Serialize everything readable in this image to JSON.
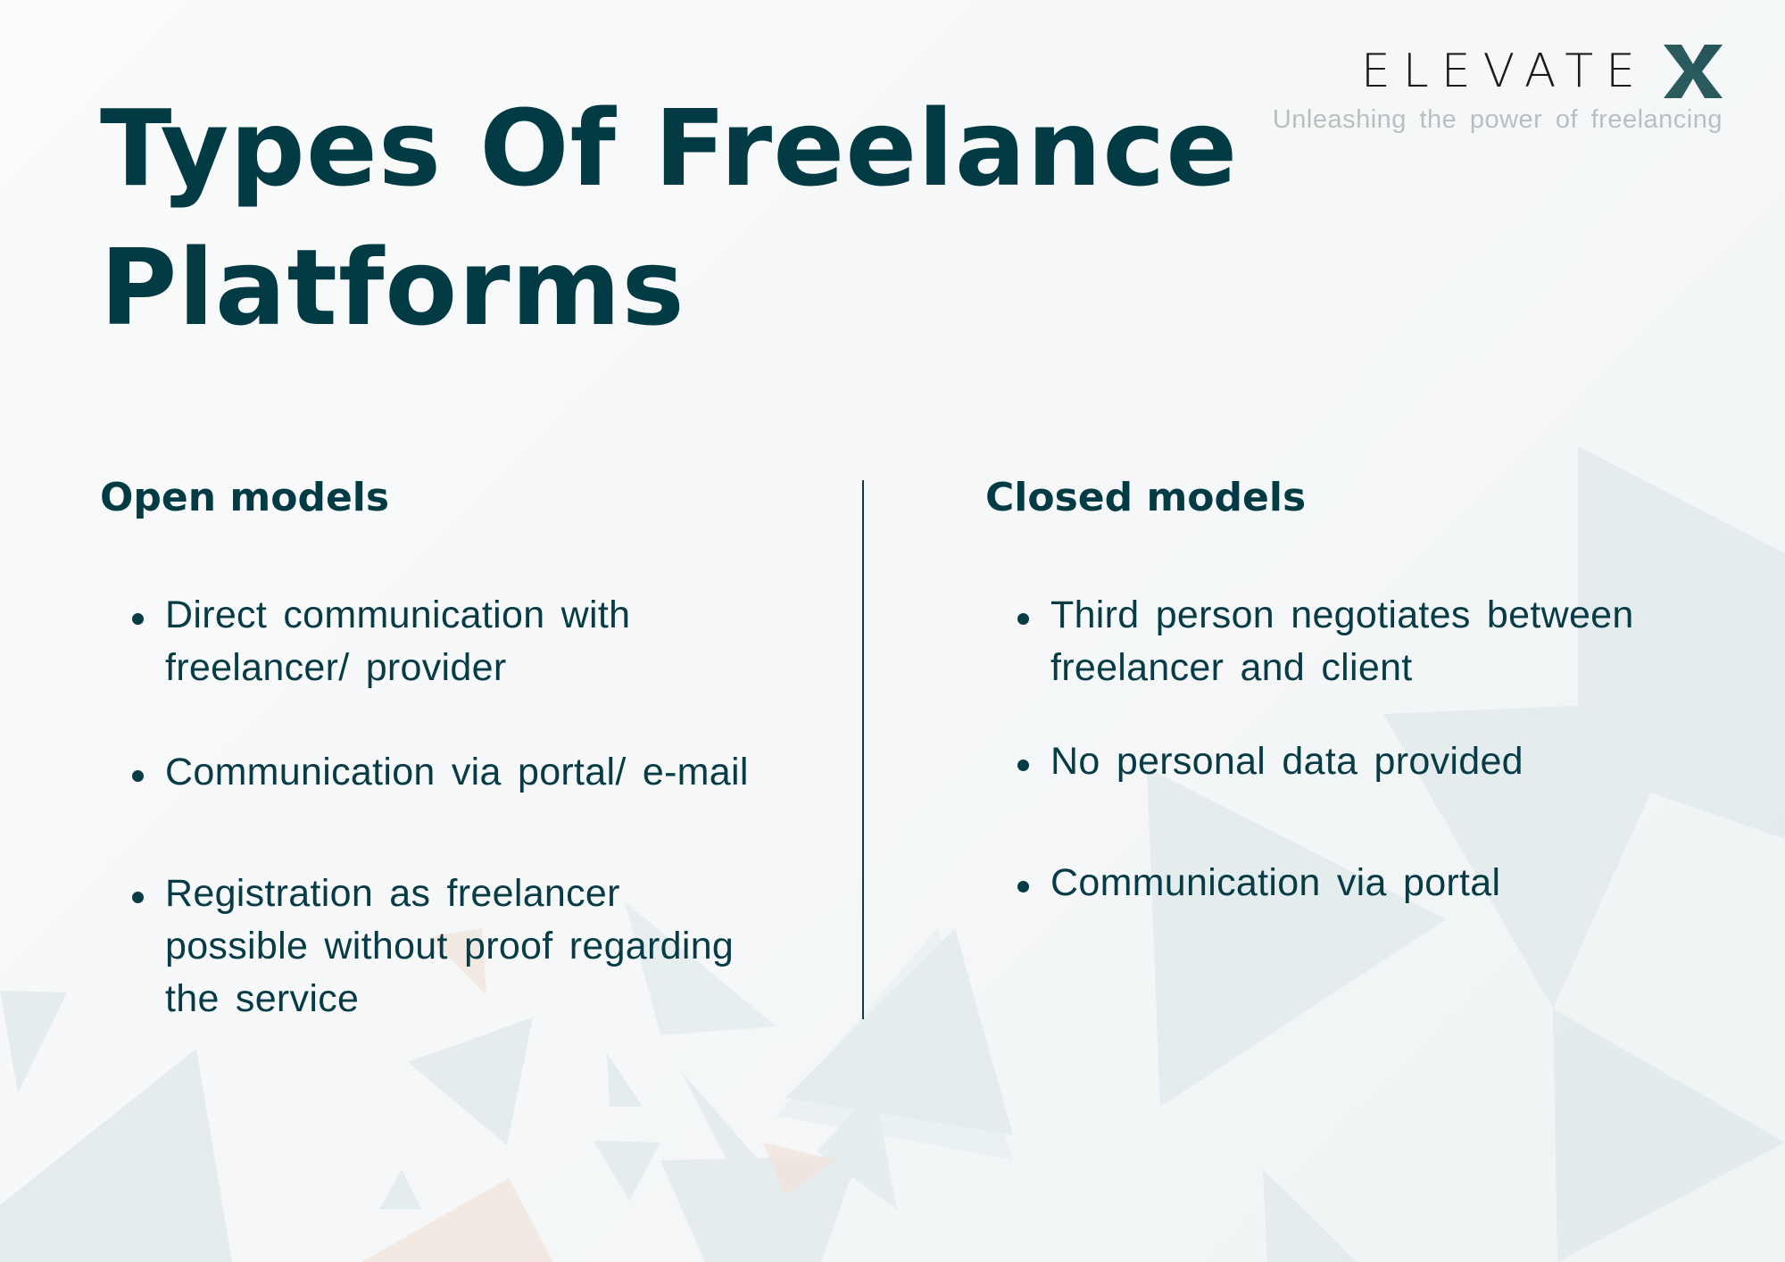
{
  "logo": {
    "wordmark": "ELEVATE",
    "mark": "X",
    "tagline": "Unleashing the power of freelancing",
    "mark_color": "#2a5a5e",
    "wordmark_color": "#1c1c1c"
  },
  "title": "Types Of Freelance Platforms",
  "columns": {
    "left": {
      "heading": "Open models",
      "bullets": [
        "Direct communication with freelancer/ provider",
        "Communication via portal/ e-mail",
        "Registration as freelancer possible without proof regarding the service"
      ]
    },
    "right": {
      "heading": "Closed models",
      "bullets": [
        "Third person negotiates between freelancer and client",
        "No personal data provided",
        "Communication via portal"
      ]
    }
  },
  "colors": {
    "text_primary": "#033b45",
    "background": "#f6f8f8",
    "decor_teal": "#dce8e8",
    "decor_peach": "#f3e3dc"
  }
}
